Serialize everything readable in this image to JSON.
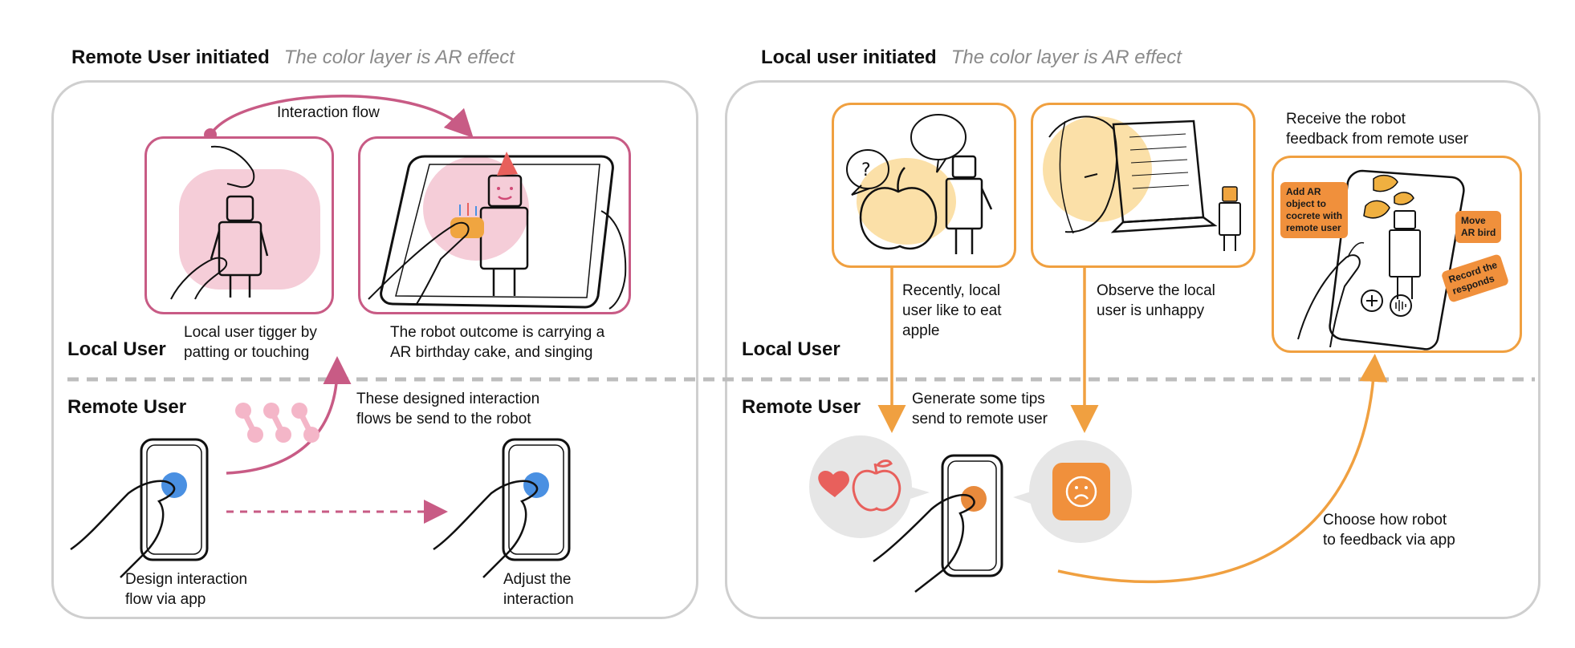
{
  "left": {
    "title": "Remote User initiated",
    "subtitle": "The color layer is AR effect",
    "flow_label": "Interaction flow",
    "local_user_label": "Local User",
    "remote_user_label": "Remote User",
    "caption_trigger": "Local user tigger by\npatting or touching",
    "caption_outcome": "The robot outcome is carrying a\nAR birthday cake, and singing",
    "caption_send": "These designed interaction\nflows be send to the robot",
    "caption_design": "Design interaction\nflow via app",
    "caption_adjust": "Adjust the\ninteraction"
  },
  "right": {
    "title": "Local user initiated",
    "subtitle": "The color layer is AR effect",
    "local_user_label": "Local User",
    "remote_user_label": "Remote User",
    "caption_apple": "Recently, local\nuser like to eat\napple",
    "caption_unhappy": "Observe the local\nuser is unhappy",
    "caption_feedback": "Receive the robot\nfeedback from remote user",
    "caption_tips": "Generate some tips\nsend to remote user",
    "caption_choose": "Choose how robot\n to feedback via app",
    "tags": {
      "add_ar": "Add AR\nobject to\ncocrete with\nremote user",
      "move_bird": "Move\nAR bird",
      "record": "Record the\nresponds"
    }
  },
  "colors": {
    "pink_accent": "#c85b85",
    "pink_fill": "#f5cdd8",
    "orange_accent": "#f0a040",
    "orange_fill": "#fbe0a8",
    "blue_touch": "#4a90e2",
    "panel_border": "#cfcfcf",
    "divider": "#bdbdbd"
  },
  "icons": [
    "robot-icon",
    "phone-icon",
    "hand-icon",
    "birthday-cake-icon",
    "apple-icon",
    "heart-icon",
    "sad-face-icon",
    "laptop-icon",
    "bird-icon",
    "plus-icon",
    "voice-icon",
    "flow-nodes-icon"
  ]
}
